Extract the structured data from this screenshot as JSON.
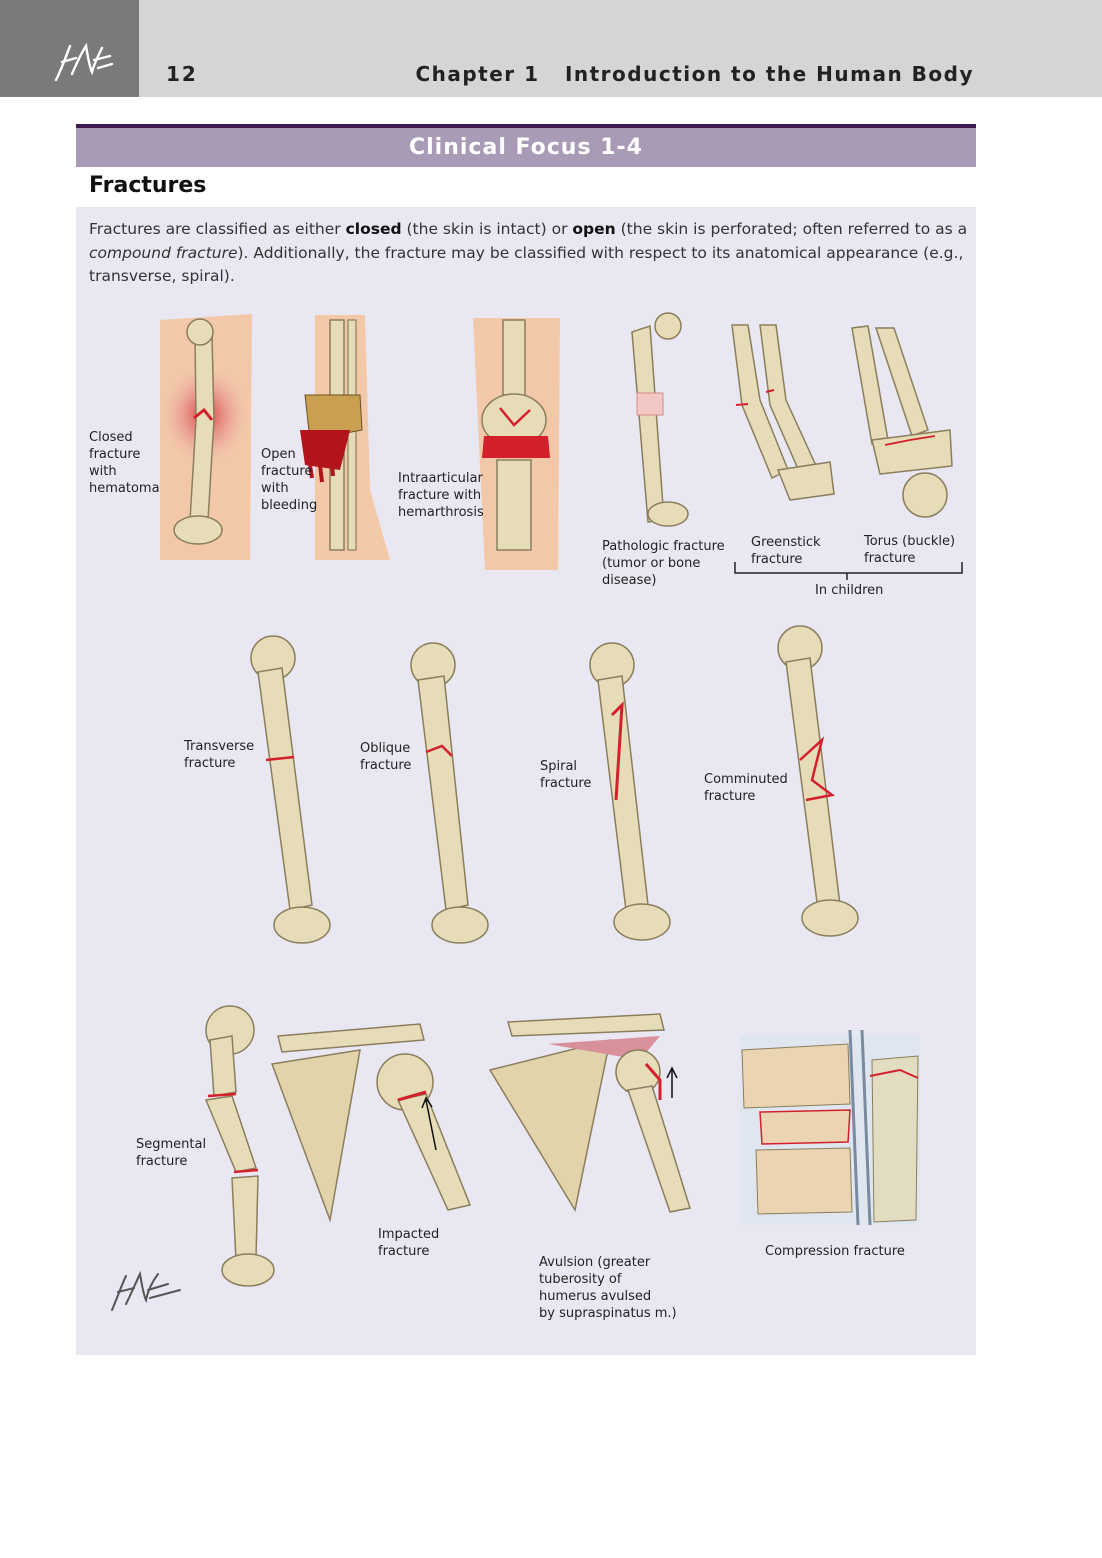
{
  "header": {
    "page_number": "12",
    "chapter_title": "Chapter 1   Introduction to the Human Body"
  },
  "box": {
    "title": "Clinical Focus 1-4",
    "section_title": "Fractures",
    "intro": {
      "p1": "Fractures are classified as either ",
      "closed": "closed",
      "p2": " (the skin is intact) or ",
      "open": "open",
      "p3": " (the skin is perforated; often referred to as a ",
      "compound": "compound fracture",
      "p4": "). Additionally, the fracture may be classified with respect to its anatomical appearance (e.g., transverse, spiral)."
    }
  },
  "labels": {
    "closed": [
      "Closed",
      "fracture",
      "with",
      "hematoma"
    ],
    "open": [
      "Open",
      "fracture",
      "with",
      "bleeding"
    ],
    "intraarticular": [
      "Intraarticular",
      "fracture with",
      "hemarthrosis"
    ],
    "pathologic": [
      "Pathologic fracture",
      "(tumor or bone",
      "disease)"
    ],
    "greenstick": [
      "Greenstick",
      "fracture"
    ],
    "torus": [
      "Torus (buckle)",
      "fracture"
    ],
    "in_children": "In children",
    "transverse": [
      "Transverse",
      "fracture"
    ],
    "oblique": [
      "Oblique",
      "fracture"
    ],
    "spiral": [
      "Spiral",
      "fracture"
    ],
    "comminuted": [
      "Comminuted",
      "fracture"
    ],
    "segmental": [
      "Segmental",
      "fracture"
    ],
    "impacted": [
      "Impacted",
      "fracture"
    ],
    "avulsion": [
      "Avulsion (greater",
      "tuberosity of",
      "humerus avulsed",
      "by supraspinatus m.)"
    ],
    "compression": "Compression fracture"
  },
  "colors": {
    "header_bg": "#d5d4d6",
    "logo_bg": "#7a7a7c",
    "focus_bar": "#a99ab5",
    "focus_border": "#3d1b4f",
    "box_bg": "#e9e8f2",
    "bone": "#e6dcb8",
    "fracture_red": "#d4202a"
  }
}
